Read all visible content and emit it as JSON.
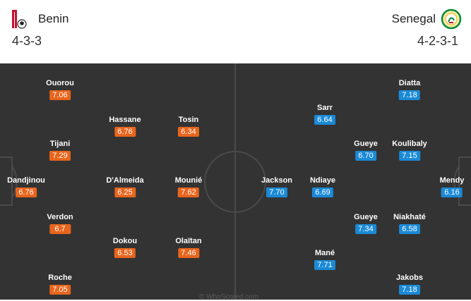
{
  "colors": {
    "home_rating": "#e8651c",
    "away_rating": "#1b8ad6",
    "pitch": "#333333",
    "lines": "#4a4a4a"
  },
  "home": {
    "name": "Benin",
    "formation": "4-3-3",
    "crest_icon": "benin-crest-icon",
    "players": [
      {
        "name": "Ouorou",
        "rating": "7.06"
      },
      {
        "name": "Hassane",
        "rating": "6.76"
      },
      {
        "name": "Tosin",
        "rating": "6.34"
      },
      {
        "name": "Tijani",
        "rating": "7.29"
      },
      {
        "name": "Dandjinou",
        "rating": "6.76"
      },
      {
        "name": "D'Almeida",
        "rating": "6.25"
      },
      {
        "name": "Mounié",
        "rating": "7.62"
      },
      {
        "name": "Verdon",
        "rating": "6.7"
      },
      {
        "name": "Dokou",
        "rating": "6.53"
      },
      {
        "name": "Olaïtan",
        "rating": "7.46"
      },
      {
        "name": "Roche",
        "rating": "7.05"
      }
    ]
  },
  "away": {
    "name": "Senegal",
    "formation": "4-2-3-1",
    "crest_icon": "senegal-crest-icon",
    "players": [
      {
        "name": "Diatta",
        "rating": "7.18"
      },
      {
        "name": "Sarr",
        "rating": "6.64"
      },
      {
        "name": "Gueye",
        "rating": "6.70"
      },
      {
        "name": "Koulibaly",
        "rating": "7.15"
      },
      {
        "name": "Jackson",
        "rating": "7.70"
      },
      {
        "name": "Ndiaye",
        "rating": "6.69"
      },
      {
        "name": "Mendy",
        "rating": "6.16"
      },
      {
        "name": "Gueye",
        "rating": "7.34"
      },
      {
        "name": "Niakhaté",
        "rating": "6.58"
      },
      {
        "name": "Mané",
        "rating": "7.71"
      },
      {
        "name": "Jakobs",
        "rating": "7.18"
      }
    ]
  },
  "watermark": "© WhoScored.com"
}
